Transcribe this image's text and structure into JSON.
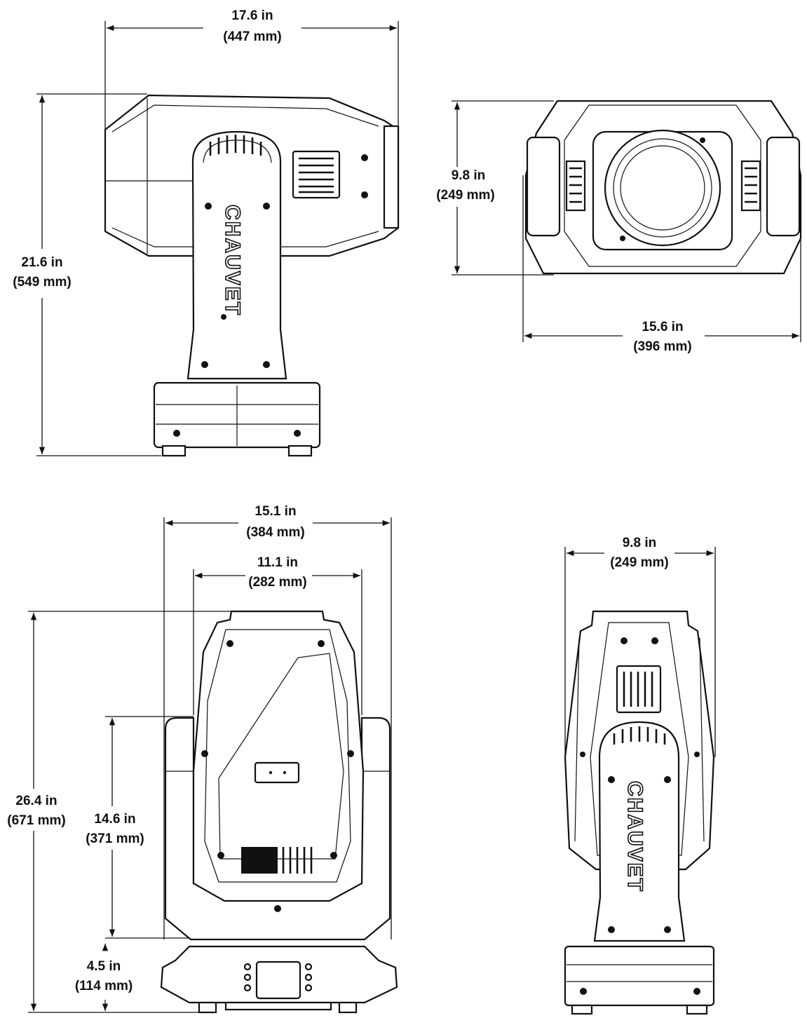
{
  "brand": "CHAUVET",
  "dimensions": {
    "side_width": {
      "in": "17.6 in",
      "mm": "(447 mm)"
    },
    "side_height": {
      "in": "21.6 in",
      "mm": "(549 mm)"
    },
    "top_height": {
      "in": "9.8 in",
      "mm": "(249 mm)"
    },
    "top_width": {
      "in": "15.6 in",
      "mm": "(396 mm)"
    },
    "front_width": {
      "in": "15.1 in",
      "mm": "(384 mm)"
    },
    "front_inner": {
      "in": "11.1 in",
      "mm": "(282 mm)"
    },
    "front_height": {
      "in": "26.4 in",
      "mm": "(671 mm)"
    },
    "front_arm": {
      "in": "14.6 in",
      "mm": "(371 mm)"
    },
    "front_base": {
      "in": "4.5 in",
      "mm": "(114 mm)"
    },
    "rear_width": {
      "in": "9.8 in",
      "mm": "(249 mm)"
    }
  }
}
